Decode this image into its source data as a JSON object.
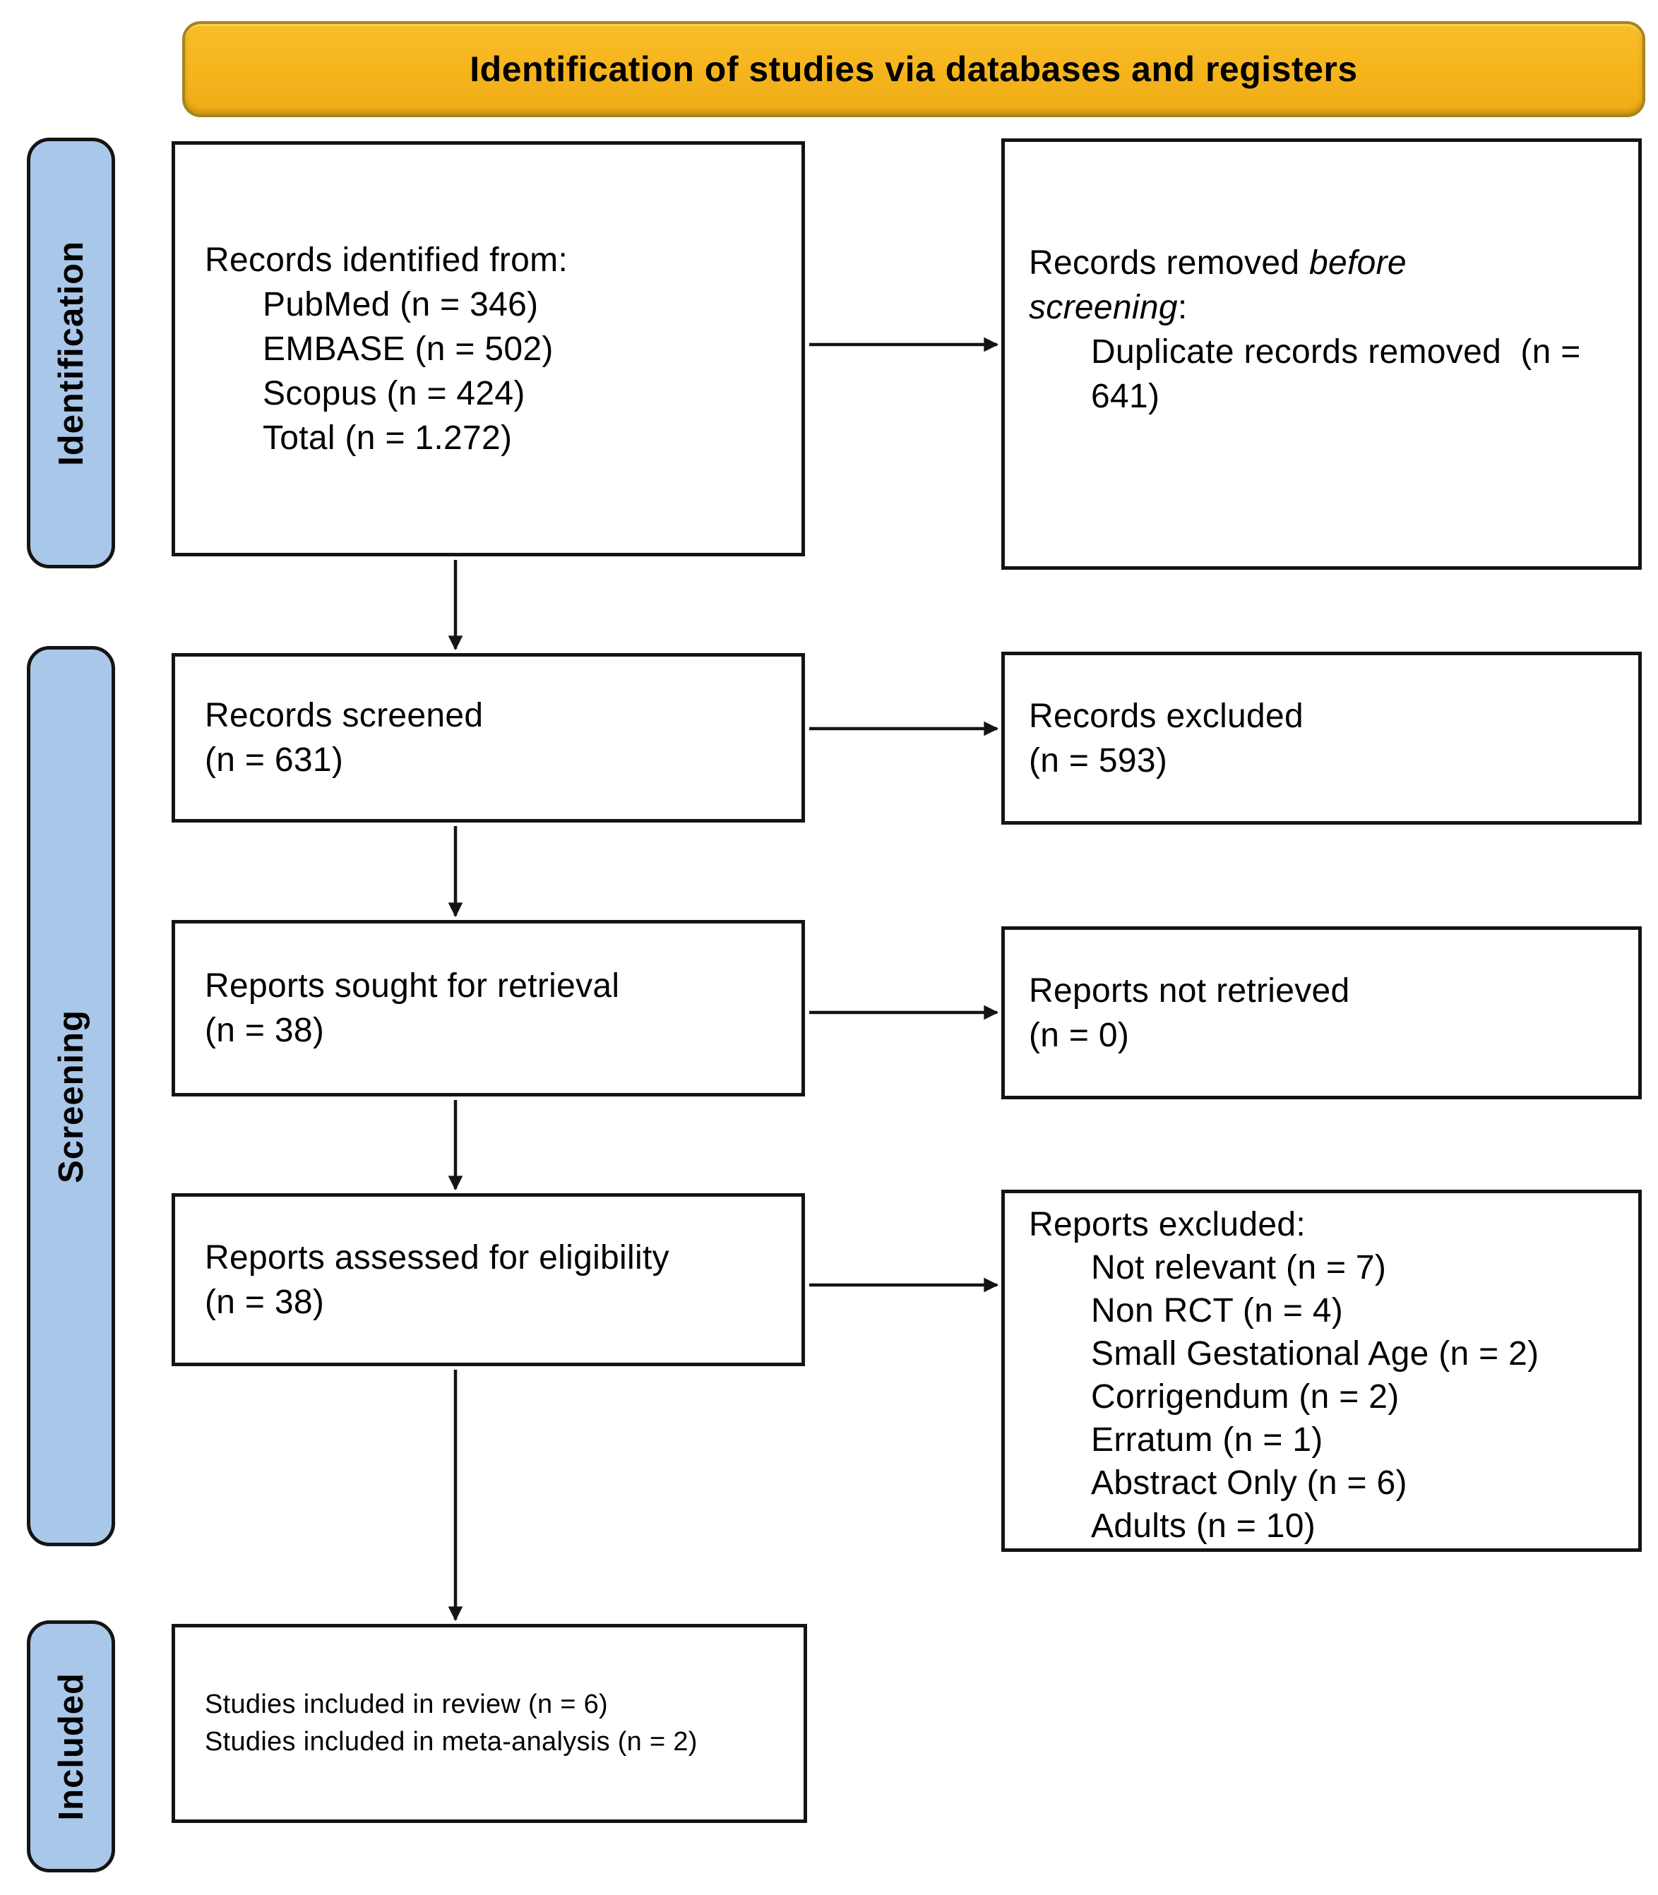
{
  "banner": {
    "title": "Identification of studies via databases and registers"
  },
  "sidebar": {
    "identification": "Identification",
    "screening": "Screening",
    "included": "Included"
  },
  "boxes": {
    "records_identified": {
      "title": "Records identified from:",
      "items": [
        "PubMed (n = 346)",
        "EMBASE (n = 502)",
        "Scopus (n = 424)",
        "Total (n = 1.272)"
      ]
    },
    "records_removed": {
      "text_regular": "Records removed ",
      "text_italic": "before screening",
      "text_suffix": ":",
      "items": [
        "Duplicate records removed  (n = 641)"
      ]
    },
    "records_screened": {
      "lines": [
        "Records screened",
        "(n = 631)"
      ]
    },
    "records_excluded": {
      "lines": [
        "Records excluded",
        "(n = 593)"
      ]
    },
    "reports_sought": {
      "lines": [
        "Reports sought for retrieval",
        "(n = 38)"
      ]
    },
    "reports_not_retrieved": {
      "lines": [
        "Reports not retrieved",
        "(n = 0)"
      ]
    },
    "reports_assessed": {
      "lines": [
        "Reports assessed for eligibility",
        "(n = 38)"
      ]
    },
    "reports_excluded": {
      "title": "Reports excluded:",
      "items": [
        "Not relevant (n = 7)",
        "Non RCT (n = 4)",
        "Small Gestational Age (n = 2)",
        "Corrigendum (n = 2)",
        "Erratum (n = 1)",
        "Abstract Only (n = 6)",
        "Adults (n = 10)"
      ]
    },
    "studies_included": {
      "lines": [
        "Studies included in review (n = 6)",
        "Studies included in meta-analysis (n = 2)"
      ]
    }
  },
  "colors": {
    "banner_fill": "#F5B41C",
    "banner_border": "#A8841C",
    "stage_fill": "#A9C7E9",
    "box_border": "#141414",
    "text": "#000000"
  }
}
